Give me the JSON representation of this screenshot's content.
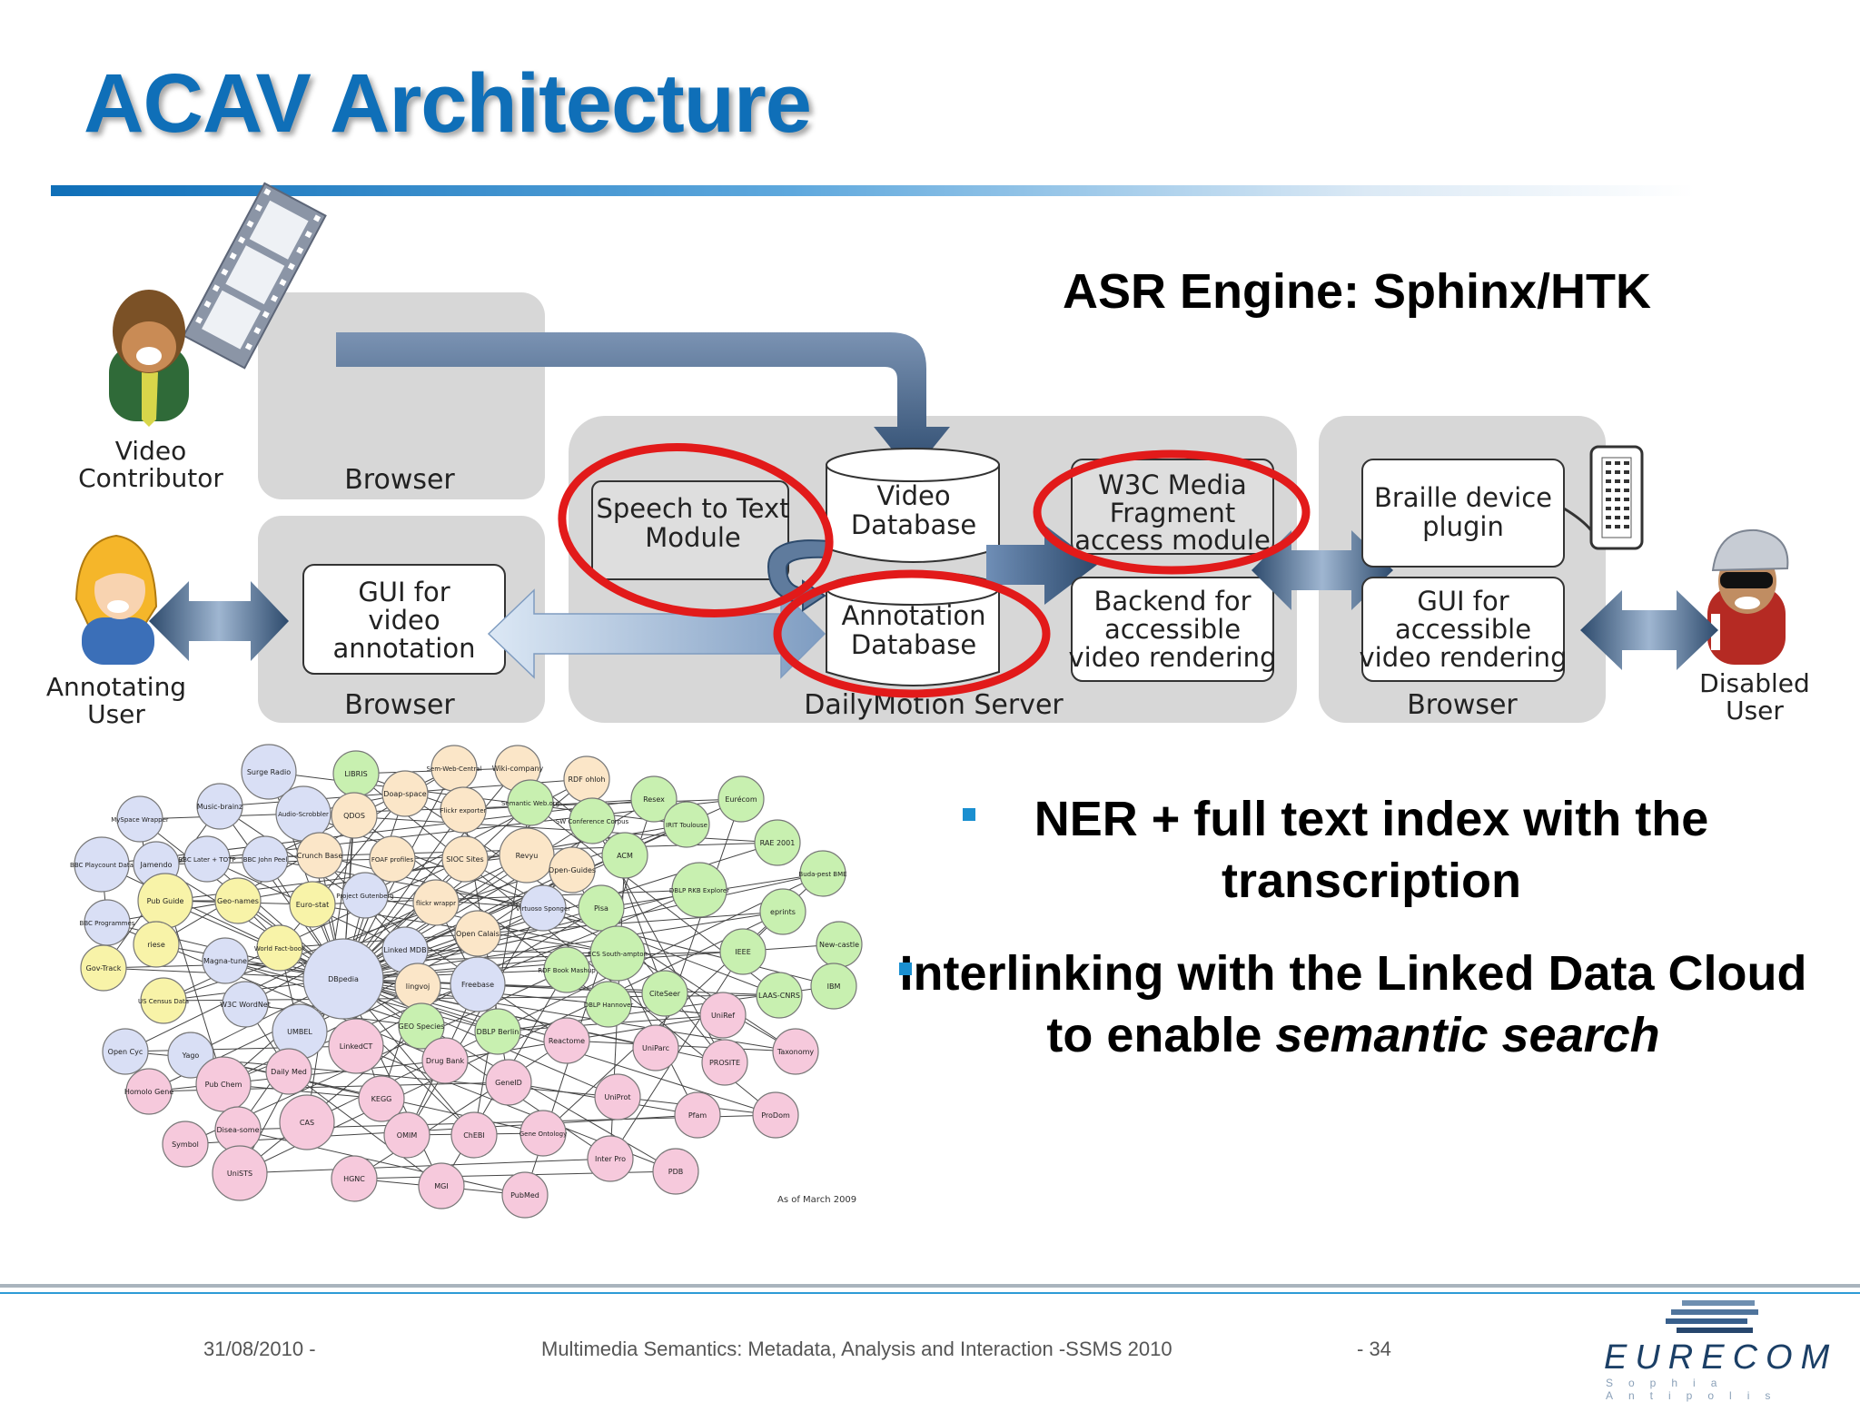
{
  "slide": {
    "title": "ACAV Architecture",
    "asr": "ASR Engine: Sphinx/HTK",
    "bullets": [
      "NER + full text index with the transcription",
      "Interlinking with the Linked Data Cloud to enable ",
      "semantic search"
    ]
  },
  "diagram": {
    "actors": {
      "contributor": [
        "Video",
        "Contributor"
      ],
      "annotating": [
        "Annotating",
        "User"
      ],
      "disabled": [
        "Disabled",
        "User"
      ]
    },
    "panels": {
      "browser_top": "Browser",
      "browser_mid": "Browser",
      "server": "DailyMotion Server",
      "browser_right": "Browser"
    },
    "boxes": {
      "gui_annotation": [
        "GUI for",
        "video",
        "annotation"
      ],
      "speech": [
        "Speech to Text",
        "Module"
      ],
      "video_db": [
        "Video",
        "Database"
      ],
      "annotation_db": [
        "Annotation",
        "Database"
      ],
      "w3c": [
        "W3C Media",
        "Fragment",
        "access module"
      ],
      "backend": [
        "Backend for",
        "accessible",
        "video rendering"
      ],
      "braille": [
        "Braille device",
        "plugin"
      ],
      "gui_accessible": [
        "GUI for",
        "accessible",
        "video rendering"
      ]
    },
    "highlight_color": "#e21a1a"
  },
  "lod_cloud": {
    "caption": "As of March 2009",
    "nodes": [
      {
        "label": "Surge Radio",
        "color": "#d9dff5"
      },
      {
        "label": "LIBRIS",
        "color": "#c8f0b0"
      },
      {
        "label": "Sem-Web-Central",
        "color": "#fbe6c8"
      },
      {
        "label": "Wiki-company",
        "color": "#fbe6c8"
      },
      {
        "label": "RDF ohloh",
        "color": "#fbe6c8"
      },
      {
        "label": "MySpace Wrapper",
        "color": "#d9dff5"
      },
      {
        "label": "Music-brainz",
        "color": "#d9dff5"
      },
      {
        "label": "Audio-Scrobbler",
        "color": "#d9dff5"
      },
      {
        "label": "QDOS",
        "color": "#fbe6c8"
      },
      {
        "label": "Doap-space",
        "color": "#fbe6c8"
      },
      {
        "label": "Flickr exporter",
        "color": "#fbe6c8"
      },
      {
        "label": "Semantic Web.org",
        "color": "#c8f0b0"
      },
      {
        "label": "Resex",
        "color": "#c8f0b0"
      },
      {
        "label": "Eurécom",
        "color": "#c8f0b0"
      },
      {
        "label": "BBC Playcount Data",
        "color": "#d9dff5"
      },
      {
        "label": "Jamendo",
        "color": "#d9dff5"
      },
      {
        "label": "BBC Later + TOTP",
        "color": "#d9dff5"
      },
      {
        "label": "BBC John Peel",
        "color": "#d9dff5"
      },
      {
        "label": "Crunch Base",
        "color": "#fbe6c8"
      },
      {
        "label": "FOAF profiles",
        "color": "#fbe6c8"
      },
      {
        "label": "SIOC Sites",
        "color": "#fbe6c8"
      },
      {
        "label": "Revyu",
        "color": "#fbe6c8"
      },
      {
        "label": "SW Conference Corpus",
        "color": "#c8f0b0"
      },
      {
        "label": "Open-Guides",
        "color": "#fbe6c8"
      },
      {
        "label": "ACM",
        "color": "#c8f0b0"
      },
      {
        "label": "IRIT Toulouse",
        "color": "#c8f0b0"
      },
      {
        "label": "RAE 2001",
        "color": "#c8f0b0"
      },
      {
        "label": "BBC Programmes",
        "color": "#d9dff5"
      },
      {
        "label": "Pub Guide",
        "color": "#f8f3a8"
      },
      {
        "label": "Geo-names",
        "color": "#f8f3a8"
      },
      {
        "label": "Euro-stat",
        "color": "#f8f3a8"
      },
      {
        "label": "Project Gutenberg",
        "color": "#d9dff5"
      },
      {
        "label": "flickr wrappr",
        "color": "#fbe6c8"
      },
      {
        "label": "Virtuoso Sponger",
        "color": "#d9dff5"
      },
      {
        "label": "Pisa",
        "color": "#c8f0b0"
      },
      {
        "label": "DBLP RKB Explorer",
        "color": "#c8f0b0"
      },
      {
        "label": "Buda-pest BME",
        "color": "#c8f0b0"
      },
      {
        "label": "eprints",
        "color": "#c8f0b0"
      },
      {
        "label": "riese",
        "color": "#f8f3a8"
      },
      {
        "label": "World Fact-book",
        "color": "#f8f3a8"
      },
      {
        "label": "Linked MDB",
        "color": "#d9dff5"
      },
      {
        "label": "Open Calais",
        "color": "#fbe6c8"
      },
      {
        "label": "ECS South-ampton",
        "color": "#c8f0b0"
      },
      {
        "label": "IEEE",
        "color": "#c8f0b0"
      },
      {
        "label": "New-castle",
        "color": "#c8f0b0"
      },
      {
        "label": "Gov-Track",
        "color": "#f8f3a8"
      },
      {
        "label": "Magna-tune",
        "color": "#d9dff5"
      },
      {
        "label": "DBpedia",
        "color": "#d9dff5"
      },
      {
        "label": "lingvoj",
        "color": "#fbe6c8"
      },
      {
        "label": "Freebase",
        "color": "#d9dff5"
      },
      {
        "label": "RDF Book Mashup",
        "color": "#c8f0b0"
      },
      {
        "label": "CiteSeer",
        "color": "#c8f0b0"
      },
      {
        "label": "LAAS-CNRS",
        "color": "#c8f0b0"
      },
      {
        "label": "IBM",
        "color": "#c8f0b0"
      },
      {
        "label": "US Census Data",
        "color": "#f8f3a8"
      },
      {
        "label": "W3C WordNet",
        "color": "#d9dff5"
      },
      {
        "label": "UMBEL",
        "color": "#d9dff5"
      },
      {
        "label": "GEO Species",
        "color": "#c8f0b0"
      },
      {
        "label": "DBLP Berlin",
        "color": "#c8f0b0"
      },
      {
        "label": "DBLP Hannover",
        "color": "#c8f0b0"
      },
      {
        "label": "UniRef",
        "color": "#f6c9dc"
      },
      {
        "label": "Open Cyc",
        "color": "#d9dff5"
      },
      {
        "label": "Yago",
        "color": "#d9dff5"
      },
      {
        "label": "LinkedCT",
        "color": "#f6c9dc"
      },
      {
        "label": "Reactome",
        "color": "#f6c9dc"
      },
      {
        "label": "UniParc",
        "color": "#f6c9dc"
      },
      {
        "label": "Taxonomy",
        "color": "#f6c9dc"
      },
      {
        "label": "Drug Bank",
        "color": "#f6c9dc"
      },
      {
        "label": "PROSITE",
        "color": "#f6c9dc"
      },
      {
        "label": "Homolo Gene",
        "color": "#f6c9dc"
      },
      {
        "label": "Pub Chem",
        "color": "#f6c9dc"
      },
      {
        "label": "Daily Med",
        "color": "#f6c9dc"
      },
      {
        "label": "KEGG",
        "color": "#f6c9dc"
      },
      {
        "label": "GeneID",
        "color": "#f6c9dc"
      },
      {
        "label": "UniProt",
        "color": "#f6c9dc"
      },
      {
        "label": "Pfam",
        "color": "#f6c9dc"
      },
      {
        "label": "ProDom",
        "color": "#f6c9dc"
      },
      {
        "label": "CAS",
        "color": "#f6c9dc"
      },
      {
        "label": "Disea-some",
        "color": "#f6c9dc"
      },
      {
        "label": "OMIM",
        "color": "#f6c9dc"
      },
      {
        "label": "ChEBI",
        "color": "#f6c9dc"
      },
      {
        "label": "Gene Ontology",
        "color": "#f6c9dc"
      },
      {
        "label": "Inter Pro",
        "color": "#f6c9dc"
      },
      {
        "label": "Symbol",
        "color": "#f6c9dc"
      },
      {
        "label": "UniSTS",
        "color": "#f6c9dc"
      },
      {
        "label": "HGNC",
        "color": "#f6c9dc"
      },
      {
        "label": "MGI",
        "color": "#f6c9dc"
      },
      {
        "label": "PubMed",
        "color": "#f6c9dc"
      },
      {
        "label": "PDB",
        "color": "#f6c9dc"
      }
    ]
  },
  "footer": {
    "date": "31/08/2010 -",
    "event": "Multimedia Semantics: Metadata, Analysis and Interaction -SSMS 2010",
    "page": "- 34",
    "logo": "EURECOM",
    "logo_sub": "Sophia Antipolis"
  }
}
